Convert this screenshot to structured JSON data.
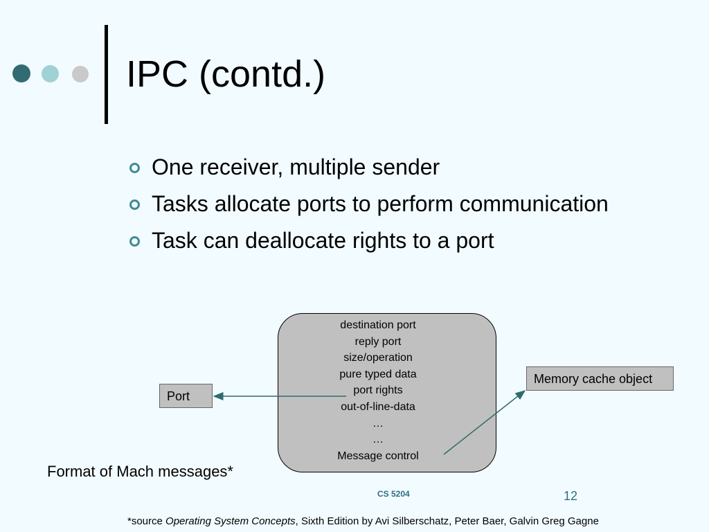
{
  "slide": {
    "title": "IPC (contd.)",
    "bullets": [
      "One receiver, multiple sender",
      "Tasks allocate ports to perform communication",
      "Task can deallocate rights to a port"
    ]
  },
  "diagram": {
    "message_fields": [
      "destination port",
      "reply port",
      "size/operation",
      "pure typed data",
      "port rights",
      "out-of-line-data",
      "…",
      "…",
      "Message control"
    ],
    "port_label": "Port",
    "memory_label": "Memory cache object",
    "caption": "Format of Mach messages*"
  },
  "footer": {
    "course": "CS 5204",
    "slide_number": "12",
    "source_prefix": "*source ",
    "source_title": "Operating System Concepts",
    "source_rest": ", Sixth Edition by Avi Silberschatz, Peter Baer, Galvin Greg Gagne"
  },
  "colors": {
    "background": "#f2fbff",
    "accent_dark": "#336b73",
    "accent_light": "#9fd2d5",
    "accent_gray": "#c9c9c9",
    "arrow": "#2f6b6b",
    "footer_text": "#2f6e82"
  }
}
